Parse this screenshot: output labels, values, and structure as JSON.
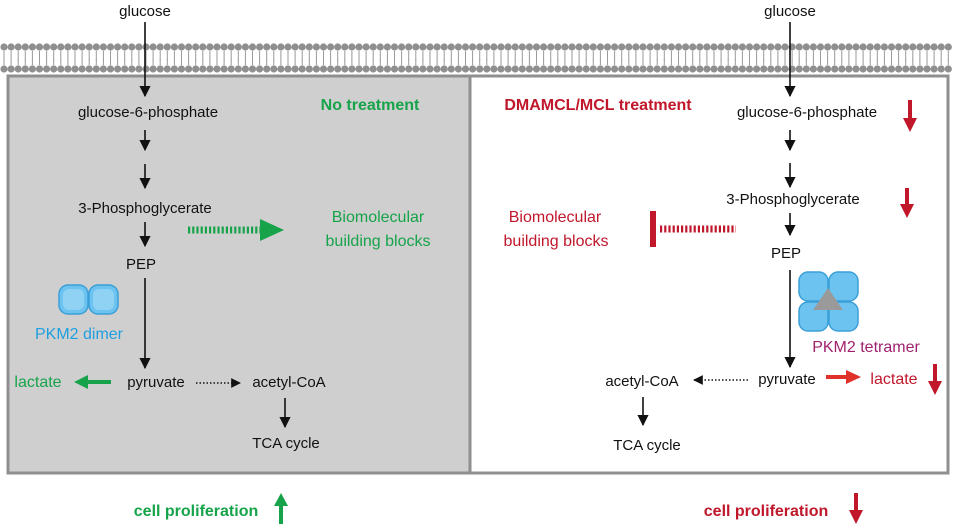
{
  "colors": {
    "green": "#16a34a",
    "red": "#c0172b",
    "blue": "#1e9fe0",
    "purple": "#a0226e",
    "panel_gray": "#cfcfcf",
    "membrane": "#8f8f8f"
  },
  "left": {
    "treatment_label": "No treatment",
    "glucose": "glucose",
    "g6p": "glucose-6-phosphate",
    "pg3": "3-Phosphoglycerate",
    "pep": "PEP",
    "enzyme_label": "PKM2 dimer",
    "building_blocks_line1": "Biomolecular",
    "building_blocks_line2": "building blocks",
    "lactate": "lactate",
    "pyruvate": "pyruvate",
    "acetyl_coa": "acetyl-CoA",
    "tca": "TCA cycle",
    "proliferation": "cell proliferation"
  },
  "right": {
    "treatment_label": "DMAMCL/MCL treatment",
    "glucose": "glucose",
    "g6p": "glucose-6-phosphate",
    "pg3": "3-Phosphoglycerate",
    "pep": "PEP",
    "enzyme_label": "PKM2 tetramer",
    "building_blocks_line1": "Biomolecular",
    "building_blocks_line2": "building blocks",
    "lactate": "lactate",
    "pyruvate": "pyruvate",
    "acetyl_coa": "acetyl-CoA",
    "tca": "TCA cycle",
    "proliferation": "cell proliferation"
  }
}
